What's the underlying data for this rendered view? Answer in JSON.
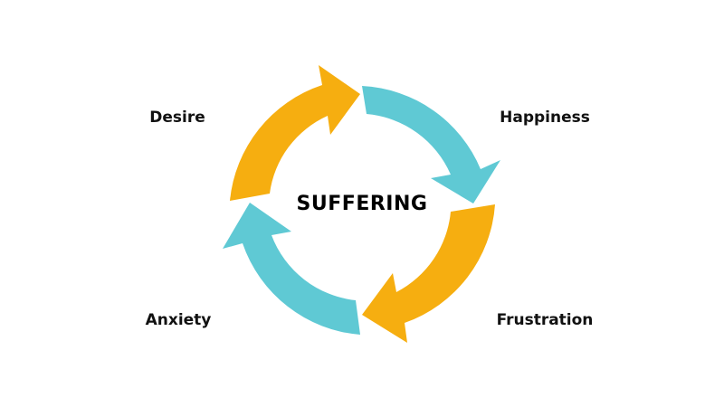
{
  "diagram": {
    "center": "SUFFERING",
    "stages": {
      "desire": "Desire",
      "happiness": "Happiness",
      "frustration": "Frustration",
      "anxiety": "Anxiety"
    },
    "colors": {
      "gold": "#F6AE10",
      "teal": "#5FC9D4",
      "text": "#000000",
      "background": "#FFFFFF"
    }
  }
}
